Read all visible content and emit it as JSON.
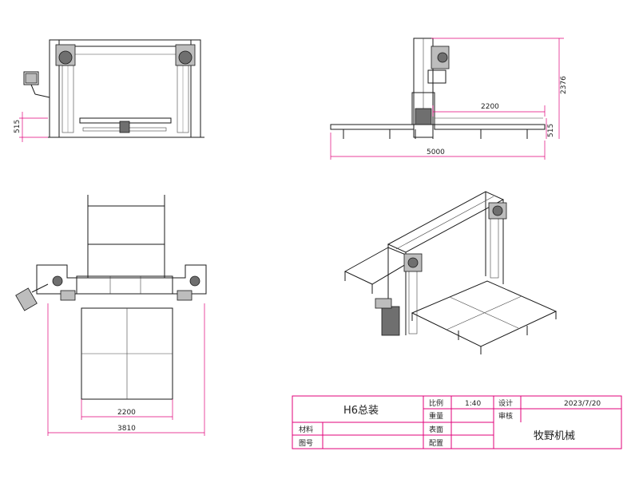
{
  "dimensions": {
    "front_height_left": "515",
    "side_width": "2200",
    "side_total_height": "2376",
    "side_low_height": "515",
    "side_total_length": "5000",
    "top_inner_width": "2200",
    "top_total_width": "3810"
  },
  "title_block": {
    "drawing_title": "H6总装",
    "scale_label": "比例",
    "scale_value": "1:40",
    "design_label": "设计",
    "date_value": "2023/7/20",
    "weight_label": "重量",
    "review_label": "审核",
    "material_label": "材料",
    "surface_label": "表面",
    "company_name": "牧野机械",
    "drawing_no_label": "图号",
    "config_label": "配置"
  },
  "colors": {
    "dimension": "#e0007a",
    "outline": "#1a1a1a"
  }
}
